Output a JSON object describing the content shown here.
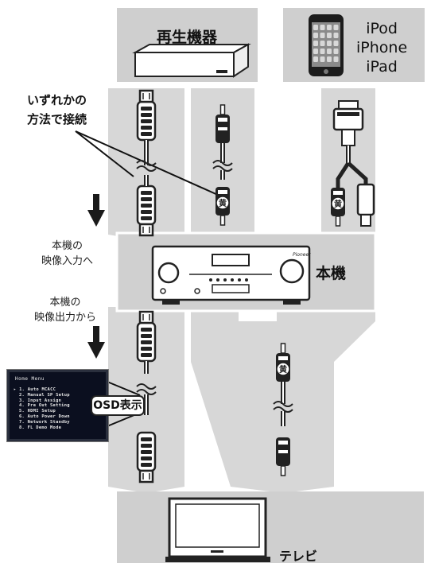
{
  "sources": {
    "player_label": "再生機器",
    "ipod_lines": [
      "iPod",
      "iPhone",
      "iPad"
    ]
  },
  "notes": {
    "connect_method": [
      "いずれかの",
      "方法で接続"
    ],
    "to_receiver_input": [
      "本機の",
      "映像入力へ"
    ],
    "from_receiver_output": [
      "本機の",
      "映像出力から"
    ]
  },
  "receiver": {
    "label": "本機",
    "brand": "Pioneer"
  },
  "osd": {
    "badge": "OSD表示",
    "menu_title": "Home Menu",
    "menu_items": [
      "1. Auto MCACC",
      "2. Manual SP Setup",
      "3. Input Assign",
      "4. Pre Out Setting",
      "5. HDMI Setup",
      "6. Auto Power Down",
      "7. Network Standby",
      "8. FL Demo Mode"
    ]
  },
  "composite_plug_mark": "黄",
  "tv": {
    "label": "テレビ"
  },
  "colors": {
    "panel": "#cfcfcf",
    "band": "#d7d7d7",
    "cable_dark": "#222222",
    "white": "#ffffff"
  }
}
